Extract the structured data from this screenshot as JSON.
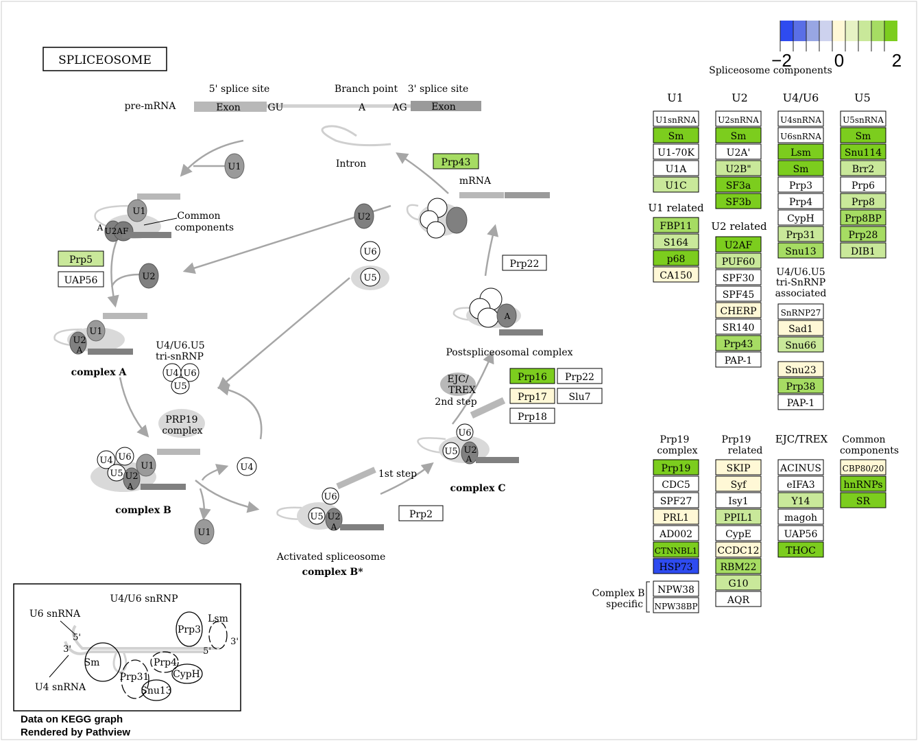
{
  "title": "SPLICEOSOME",
  "legend": {
    "ticks": [
      "−2",
      "0",
      "2"
    ],
    "caption": "Spliceosome components",
    "colors": [
      "#2e4bf0",
      "#5a6fe6",
      "#98a6e3",
      "#cdd2ee",
      "#fff8d6",
      "#e6f2c4",
      "#c9e89a",
      "#a6dc63",
      "#7ccd1e"
    ]
  },
  "pre_mrna": {
    "label": "pre-mRNA",
    "site5": "5' splice site",
    "branch": "Branch point",
    "site3": "3' splice site",
    "exon": "Exon",
    "gu": "GU",
    "a": "A",
    "ag": "AG"
  },
  "pathway_labels": {
    "intron": "Intron",
    "mrna": "mRNA",
    "common_components": [
      "Common",
      "components"
    ],
    "complex_a": "complex A",
    "complex_b": "complex B",
    "complex_c": "complex C",
    "tri_snrnp": [
      "U4/U6.U5",
      "tri-snRNP"
    ],
    "prp19_complex": [
      "PRP19",
      "complex"
    ],
    "ejc_trex": [
      "EJC/",
      "TREX"
    ],
    "second_step": "2nd step",
    "first_step": "1st step",
    "postspliceosomal": "Postspliceosomal complex",
    "activated": "Activated spliceosome",
    "complex_b_star": "complex B*"
  },
  "particles": {
    "u1": "U1",
    "u2": "U2",
    "u2af": "U2AF",
    "u4": "U4",
    "u5": "U5",
    "u6": "U6",
    "a": "A"
  },
  "diagram_boxes": [
    {
      "label": "Prp5",
      "fill": "#c9e89a"
    },
    {
      "label": "UAP56",
      "fill": "#ffffff"
    },
    {
      "label": "Prp43",
      "fill": "#a6dc63"
    },
    {
      "label": "Prp22",
      "fill": "#ffffff"
    },
    {
      "label": "Prp16",
      "fill": "#7ccd1e"
    },
    {
      "label": "Prp22",
      "fill": "#ffffff"
    },
    {
      "label": "Prp17",
      "fill": "#fff8d6"
    },
    {
      "label": "Slu7",
      "fill": "#ffffff"
    },
    {
      "label": "Prp18",
      "fill": "#ffffff"
    },
    {
      "label": "Prp2",
      "fill": "#ffffff"
    }
  ],
  "component_groups": {
    "u1": {
      "header": "U1",
      "items": [
        {
          "label": "U1snRNA",
          "fill": "#ffffff"
        },
        {
          "label": "Sm",
          "fill": "#7ccd1e"
        },
        {
          "label": "U1-70K",
          "fill": "#ffffff"
        },
        {
          "label": "U1A",
          "fill": "#ffffff"
        },
        {
          "label": "U1C",
          "fill": "#c9e89a"
        }
      ]
    },
    "u1_related": {
      "header": "U1 related",
      "items": [
        {
          "label": "FBP11",
          "fill": "#a6dc63"
        },
        {
          "label": "S164",
          "fill": "#c9e89a"
        },
        {
          "label": "p68",
          "fill": "#7ccd1e"
        },
        {
          "label": "CA150",
          "fill": "#fff8d6"
        }
      ]
    },
    "u2": {
      "header": "U2",
      "items": [
        {
          "label": "U2snRNA",
          "fill": "#ffffff"
        },
        {
          "label": "Sm",
          "fill": "#7ccd1e"
        },
        {
          "label": "U2A'",
          "fill": "#ffffff"
        },
        {
          "label": "U2B\"",
          "fill": "#c9e89a"
        },
        {
          "label": "SF3a",
          "fill": "#7ccd1e"
        },
        {
          "label": "SF3b",
          "fill": "#7ccd1e"
        }
      ]
    },
    "u2_related": {
      "header": "U2 related",
      "items": [
        {
          "label": "U2AF",
          "fill": "#7ccd1e"
        },
        {
          "label": "PUF60",
          "fill": "#c9e89a"
        },
        {
          "label": "SPF30",
          "fill": "#ffffff"
        },
        {
          "label": "SPF45",
          "fill": "#ffffff"
        },
        {
          "label": "CHERP",
          "fill": "#fff8d6"
        },
        {
          "label": "SR140",
          "fill": "#ffffff"
        },
        {
          "label": "Prp43",
          "fill": "#a6dc63"
        },
        {
          "label": "PAP-1",
          "fill": "#ffffff"
        }
      ]
    },
    "u4u6": {
      "header": "U4/U6",
      "items": [
        {
          "label": "U4snRNA",
          "fill": "#ffffff"
        },
        {
          "label": "U6snRNA",
          "fill": "#ffffff"
        },
        {
          "label": "Lsm",
          "fill": "#7ccd1e"
        },
        {
          "label": "Sm",
          "fill": "#7ccd1e"
        },
        {
          "label": "Prp3",
          "fill": "#ffffff"
        },
        {
          "label": "Prp4",
          "fill": "#ffffff"
        },
        {
          "label": "CypH",
          "fill": "#ffffff"
        },
        {
          "label": "Prp31",
          "fill": "#c9e89a"
        },
        {
          "label": "Snu13",
          "fill": "#a6dc63"
        }
      ]
    },
    "tri_associated": {
      "header": [
        "U4/U6.U5",
        "tri-SnRNP",
        "associated"
      ],
      "items": [
        {
          "label": "SnRNP27",
          "fill": "#ffffff"
        },
        {
          "label": "Sad1",
          "fill": "#fff8d6"
        },
        {
          "label": "Snu66",
          "fill": "#c9e89a"
        },
        {
          "label": "Snu23",
          "fill": "#fff8d6"
        },
        {
          "label": "Prp38",
          "fill": "#a6dc63"
        },
        {
          "label": "PAP-1",
          "fill": "#ffffff"
        }
      ]
    },
    "u5": {
      "header": "U5",
      "items": [
        {
          "label": "U5snRNA",
          "fill": "#ffffff"
        },
        {
          "label": "Sm",
          "fill": "#7ccd1e"
        },
        {
          "label": "Snu114",
          "fill": "#7ccd1e"
        },
        {
          "label": "Brr2",
          "fill": "#c9e89a"
        },
        {
          "label": "Prp6",
          "fill": "#ffffff"
        },
        {
          "label": "Prp8",
          "fill": "#c9e89a"
        },
        {
          "label": "Prp8BP",
          "fill": "#a6dc63"
        },
        {
          "label": "Prp28",
          "fill": "#a6dc63"
        },
        {
          "label": "DIB1",
          "fill": "#c9e89a"
        }
      ]
    },
    "prp19_complex": {
      "header": [
        "Prp19",
        "complex"
      ],
      "items": [
        {
          "label": "Prp19",
          "fill": "#7ccd1e"
        },
        {
          "label": "CDC5",
          "fill": "#ffffff"
        },
        {
          "label": "SPF27",
          "fill": "#ffffff"
        },
        {
          "label": "PRL1",
          "fill": "#fff8d6"
        },
        {
          "label": "AD002",
          "fill": "#ffffff"
        },
        {
          "label": "CTNNBL1",
          "fill": "#7ccd1e"
        },
        {
          "label": "HSP73",
          "fill": "#2e4bf0"
        }
      ]
    },
    "complex_b_specific": {
      "header": [
        "Complex B",
        "specific"
      ],
      "items": [
        {
          "label": "NPW38",
          "fill": "#ffffff"
        },
        {
          "label": "NPW38BP",
          "fill": "#ffffff"
        }
      ]
    },
    "prp19_related": {
      "header": [
        "Prp19",
        "related"
      ],
      "items": [
        {
          "label": "SKIP",
          "fill": "#fff8d6"
        },
        {
          "label": "Syf",
          "fill": "#fff8d6"
        },
        {
          "label": "Isy1",
          "fill": "#ffffff"
        },
        {
          "label": "PPIL1",
          "fill": "#c9e89a"
        },
        {
          "label": "CypE",
          "fill": "#ffffff"
        },
        {
          "label": "CCDC12",
          "fill": "#fff8d6"
        },
        {
          "label": "RBM22",
          "fill": "#a6dc63"
        },
        {
          "label": "G10",
          "fill": "#c9e89a"
        },
        {
          "label": "AQR",
          "fill": "#ffffff"
        }
      ]
    },
    "ejc_trex": {
      "header": "EJC/TREX",
      "items": [
        {
          "label": "ACINUS",
          "fill": "#ffffff"
        },
        {
          "label": "eIFA3",
          "fill": "#ffffff"
        },
        {
          "label": "Y14",
          "fill": "#c9e89a"
        },
        {
          "label": "magoh",
          "fill": "#ffffff"
        },
        {
          "label": "UAP56",
          "fill": "#ffffff"
        },
        {
          "label": "THOC",
          "fill": "#7ccd1e"
        }
      ]
    },
    "common_components": {
      "header": [
        "Common",
        "components"
      ],
      "items": [
        {
          "label": "CBP80/20",
          "fill": "#fff8d6"
        },
        {
          "label": "hnRNPs",
          "fill": "#7ccd1e"
        },
        {
          "label": "SR",
          "fill": "#7ccd1e"
        }
      ]
    }
  },
  "inset": {
    "title": "U4/U6 snRNP",
    "labels": {
      "u6_snrna": "U6 snRNA",
      "u4_snrna": "U4 snRNA",
      "p5": "5'",
      "p3": "3'",
      "lsm3": "3'",
      "prp3_5": "5'"
    },
    "proteins": [
      "Sm",
      "Prp3",
      "Lsm",
      "Prp4",
      "Prp31",
      "CypH",
      "Snu13"
    ]
  },
  "footer": [
    "Data on KEGG graph",
    "Rendered by Pathview"
  ]
}
